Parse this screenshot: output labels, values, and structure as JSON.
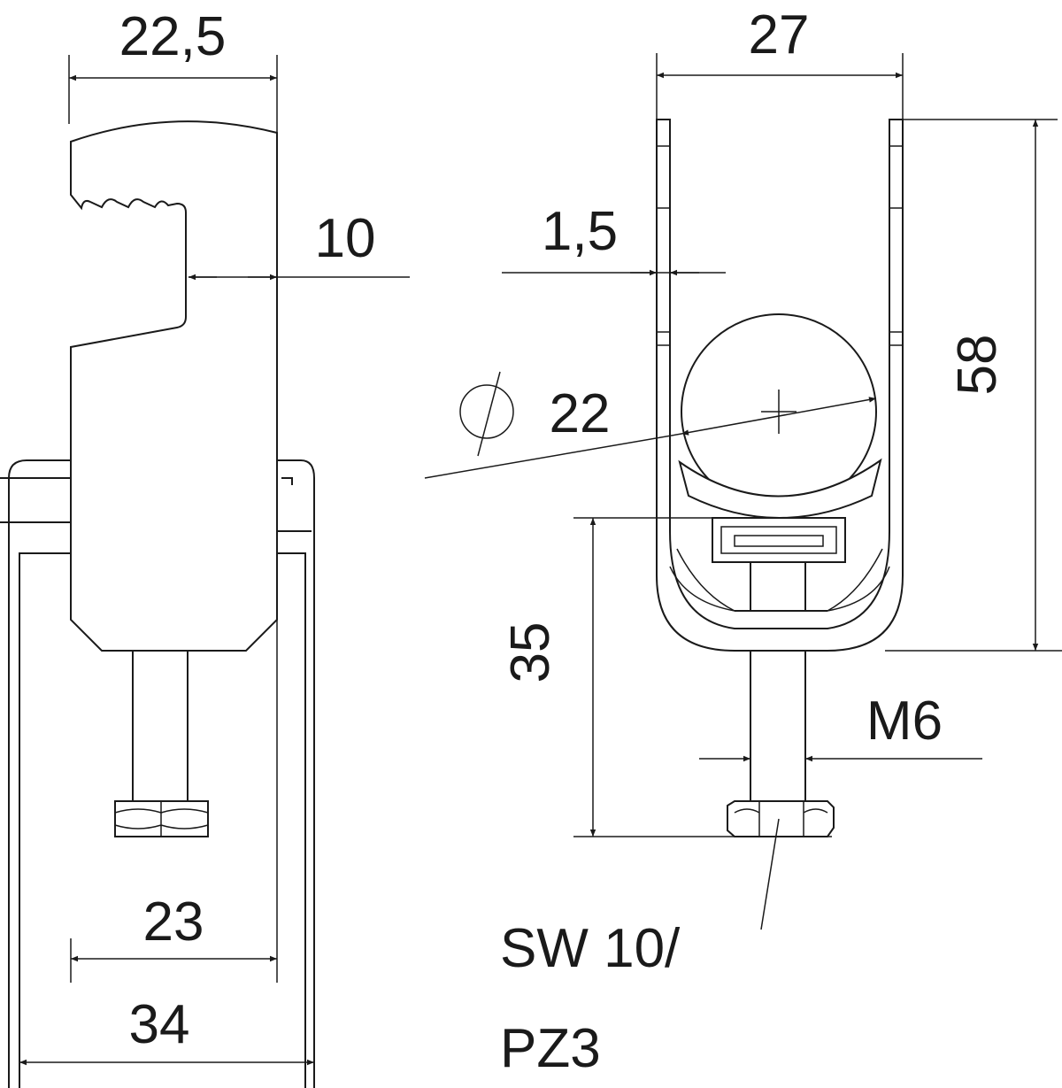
{
  "drawing": {
    "side_view": {
      "dim_top_width": "22,5",
      "dim_hook_gap": "10",
      "dim_body_width": "23",
      "dim_total_width": "34"
    },
    "front_view": {
      "dim_top_width": "27",
      "dim_wall_thickness": "1,5",
      "dim_diameter_symbol": "⌀",
      "dim_diameter": "22",
      "dim_height": "58",
      "dim_screw_height": "35",
      "dim_thread": "M6",
      "label_wrench_line1": "SW 10/",
      "label_wrench_line2": "PZ3"
    }
  }
}
